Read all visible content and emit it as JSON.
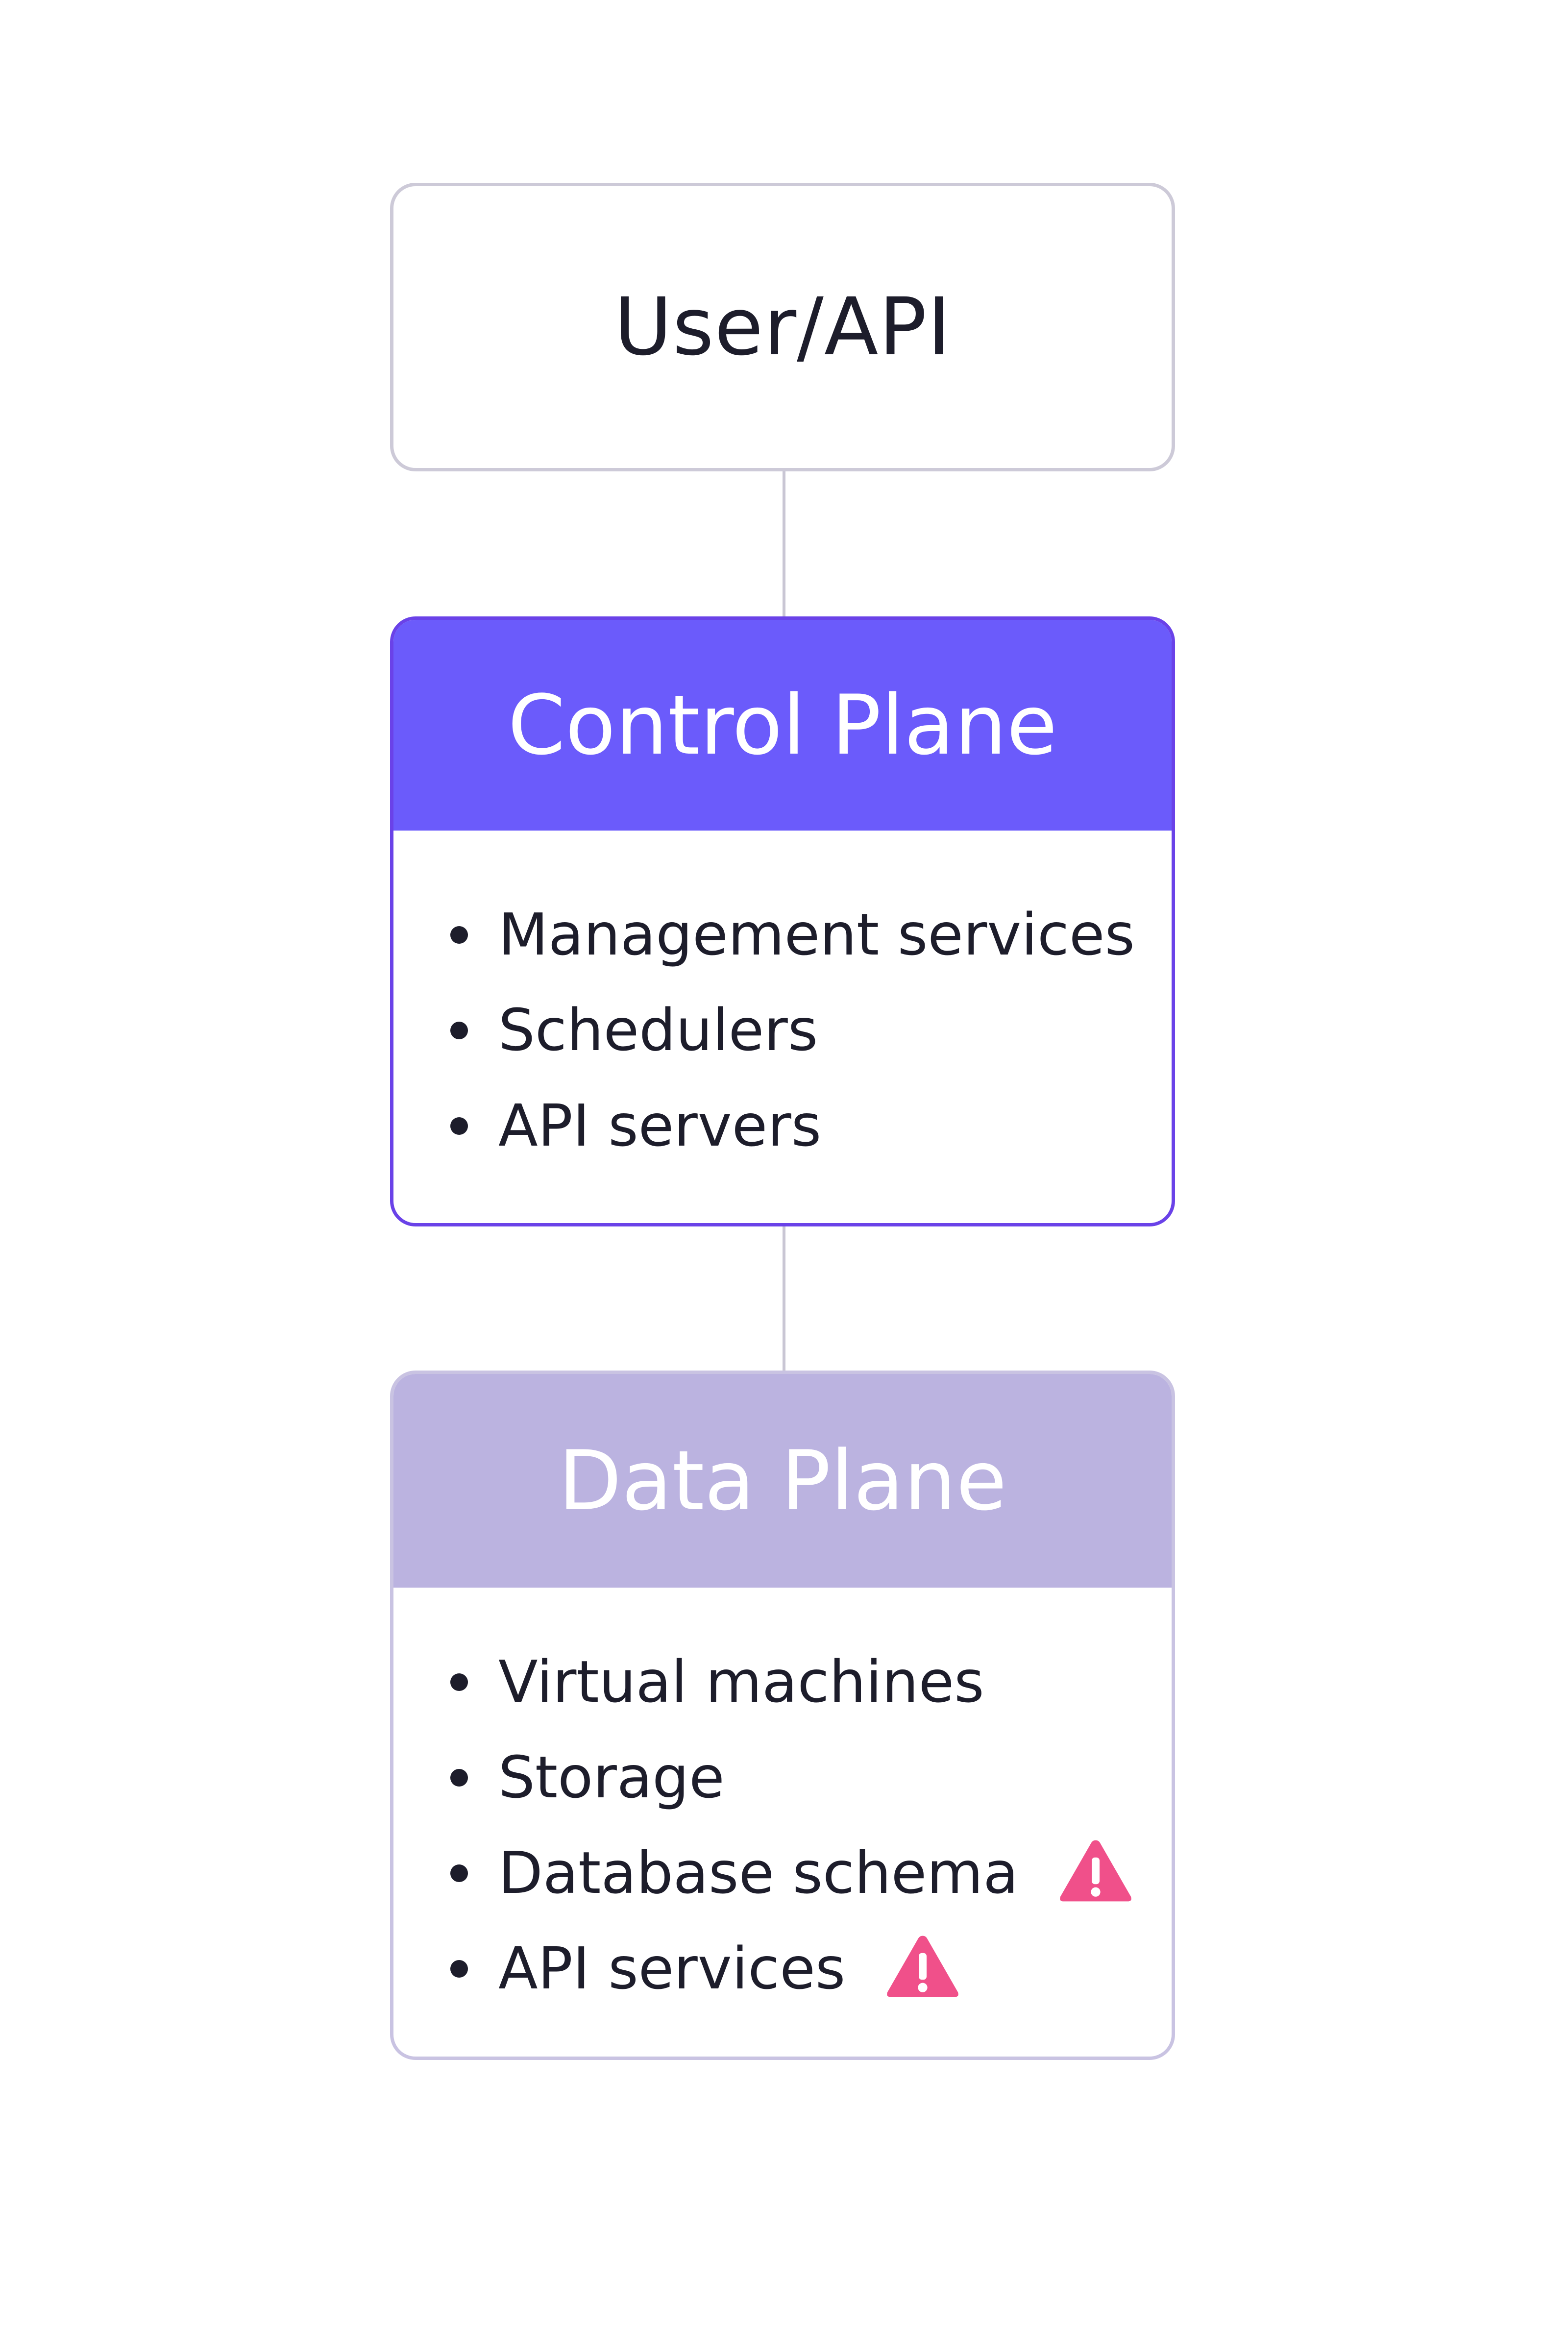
{
  "user_box": {
    "label": "User/API"
  },
  "control_plane": {
    "title": "Control Plane",
    "items": [
      {
        "label": "Management services"
      },
      {
        "label": "Schedulers"
      },
      {
        "label": "API servers"
      }
    ]
  },
  "data_plane": {
    "title": "Data Plane",
    "items": [
      {
        "label": "Virtual machines",
        "warning": false
      },
      {
        "label": "Storage",
        "warning": false
      },
      {
        "label": "Database schema",
        "warning": true,
        "icon": "warning-icon"
      },
      {
        "label": "API services",
        "warning": true,
        "icon": "warning-icon"
      }
    ]
  },
  "colors": {
    "control_header": "#6b5bfb",
    "control_border": "#6a42e8",
    "data_header": "#bbb3e0",
    "data_border": "#c9c3e2",
    "warning": "#f0508a",
    "connector": "#c9c6d4"
  }
}
